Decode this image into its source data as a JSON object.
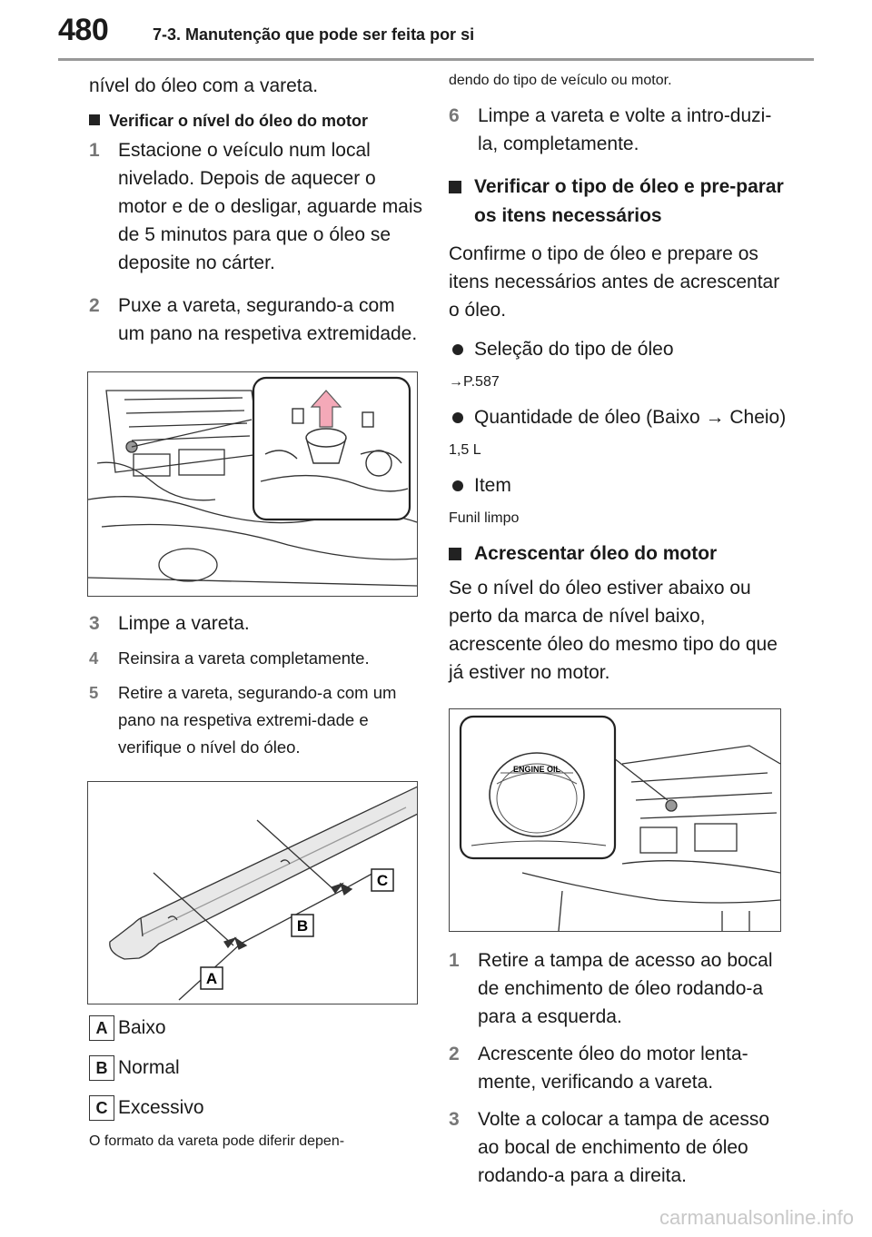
{
  "header": {
    "page_number": "480",
    "section_title": "7-3. Manutenção que pode ser feita por si"
  },
  "left": {
    "lead": "nível do óleo com a vareta.",
    "heading": "Verificar o nível do óleo do motor",
    "steps_a": [
      {
        "num": "1",
        "text": "Estacione o veículo num local nivelado. Depois de aquecer o motor e de o desligar, aguarde mais de 5 minutos para que o óleo se deposite no cárter."
      },
      {
        "num": "2",
        "text": "Puxe a vareta, segurando-a com um pano na respetiva extremidade."
      }
    ],
    "steps_b": [
      {
        "num": "3",
        "text": "Limpe a vareta."
      },
      {
        "num": "4",
        "text": "Reinsira a vareta completamente."
      },
      {
        "num": "5",
        "text": "Retire a vareta, segurando-a com um pano na respetiva extremi-dade e verifique o nível do óleo."
      }
    ],
    "dipstick_labels": {
      "a": "A",
      "b": "B",
      "c": "C"
    },
    "legend": [
      {
        "key": "A",
        "text": "Baixo"
      },
      {
        "key": "B",
        "text": "Normal"
      },
      {
        "key": "C",
        "text": "Excessivo"
      }
    ],
    "note_start": "O formato da vareta pode diferir depen-"
  },
  "right": {
    "note_end": "dendo do tipo de veículo ou motor.",
    "step6": {
      "num": "6",
      "text": "Limpe a vareta e volte a intro-duzi-la, completamente."
    },
    "heading2": "Verificar o tipo de óleo e pre-parar os itens necessários",
    "intro2": "Confirme o tipo de óleo e prepare os itens necessários antes de acrescentar o óleo.",
    "bullet1": "Seleção do tipo de óleo",
    "bullet1_ref": "→P.587",
    "bullet2": "Quantidade de óleo (Baixo → Cheio)",
    "bullet2_val": "1,5 L",
    "bullet3": "Item",
    "bullet3_val": "Funil limpo",
    "heading3": "Acrescentar óleo do motor",
    "intro3": "Se o nível do óleo estiver abaixo ou perto da marca de nível baixo, acrescente óleo do mesmo tipo do que já estiver no motor.",
    "cap_label": "ENGINE OIL",
    "steps": [
      {
        "num": "1",
        "text": "Retire a tampa de acesso ao bocal de enchimento de óleo rodando-a para a esquerda."
      },
      {
        "num": "2",
        "text": "Acrescente óleo do motor lenta-mente, verificando a vareta."
      },
      {
        "num": "3",
        "text": "Volte a colocar a tampa de acesso ao bocal de enchimento de óleo rodando-a para a direita."
      }
    ]
  },
  "footer": {
    "watermark": "carmanualsonline.info"
  }
}
